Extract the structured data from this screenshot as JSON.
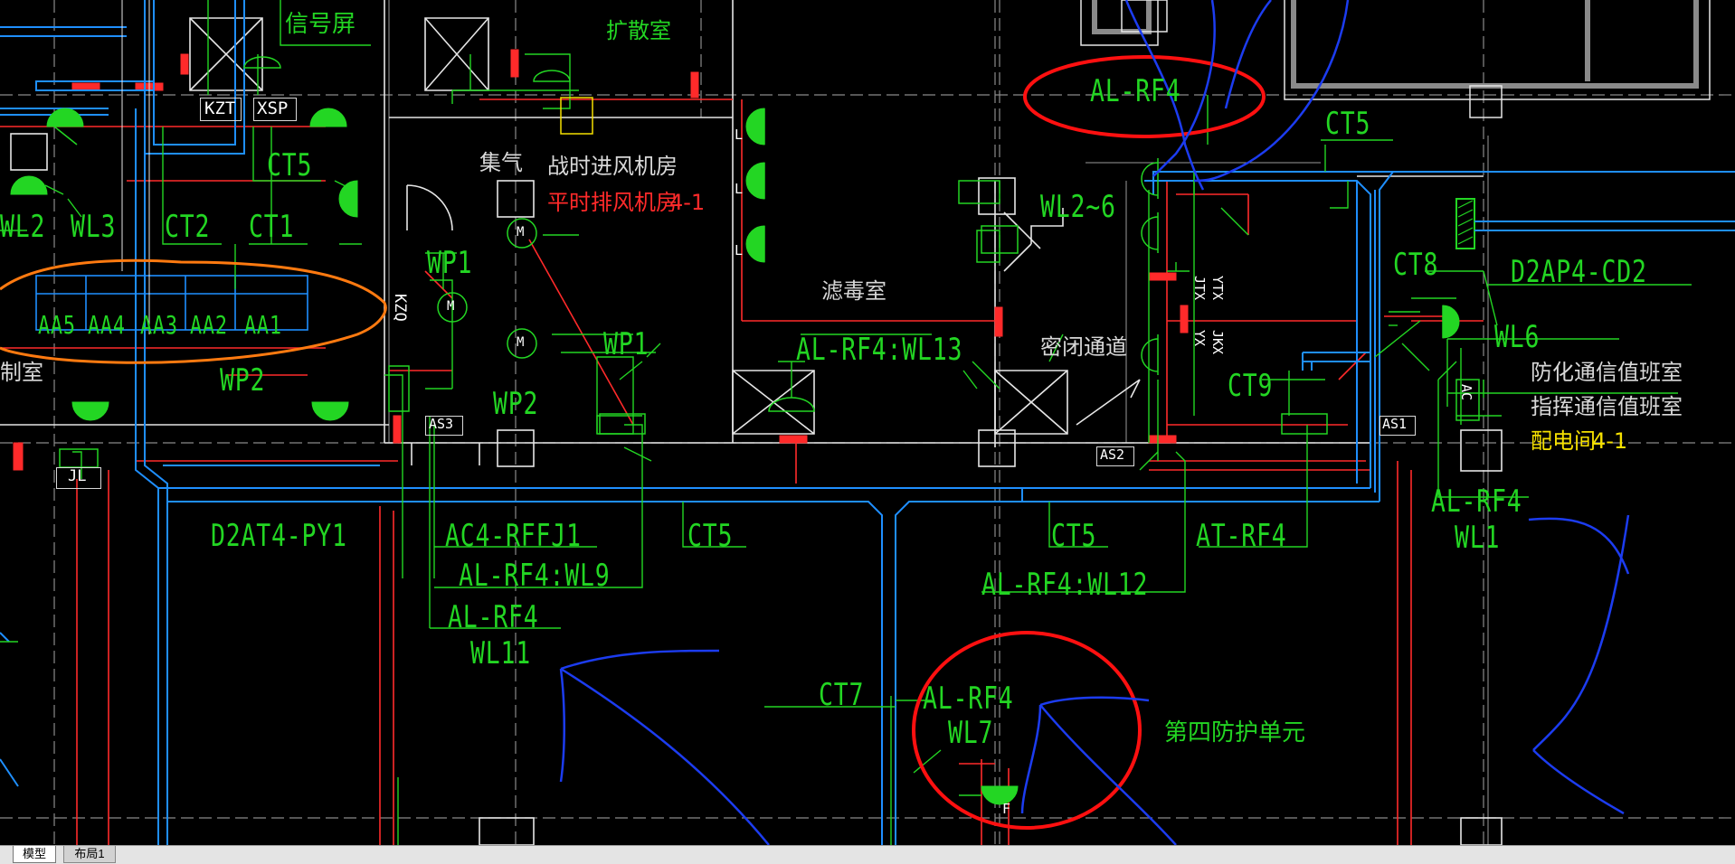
{
  "drawing": {
    "labels": {
      "signal_screen": "信号屏",
      "diffuser_room": "扩散室",
      "gas_collect": "集气",
      "war_intake_room": "战时进风机房",
      "peace_exhaust_room": "平时排风机房",
      "room_no_red": "4-1",
      "filter_room": "滤毒室",
      "airtight_passage": "密闭通道",
      "control_room_partial": "制室",
      "defense_comm_duty": "防化通信值班室",
      "command_comm_duty": "指挥通信值班室",
      "distribution_room": "配电间",
      "distribution_room_no": "4-1",
      "fourth_protection_unit": "第四防护单元",
      "al_rf4_top": "AL-RF4",
      "ct5_a": "CT5",
      "ct5_b": "CT5",
      "ct5_c": "CT5",
      "ct5_d": "CT5",
      "wl2": "WL2",
      "wl3": "WL3",
      "ct2": "CT2",
      "ct1": "CT1",
      "wp1_a": "WP1",
      "wp1_b": "WP1",
      "wp2_a": "WP2",
      "wp2_b": "WP2",
      "wl2_6": "WL2~6",
      "ct8": "CT8",
      "d2ap4": "D2AP4-CD2",
      "wl6": "WL6",
      "ct9": "CT9",
      "al_rf4_wl13": "AL-RF4:WL13",
      "d2at4": "D2AT4-PY1",
      "ac4": "AC4-RFFJ1",
      "al_rf4_wl9": "AL-RF4:WL9",
      "al_rf4_wl11_a": "AL-RF4",
      "al_rf4_wl11_b": "WL11",
      "at_rf4": "AT-RF4",
      "al_rf4_wl12": "AL-RF4:WL12",
      "al_rf4_wl1_a": "AL-RF4",
      "al_rf4_wl1_b": "WL1",
      "ct7": "CT7",
      "al_rf4_wl7_a": "AL-RF4",
      "al_rf4_wl7_b": "WL7",
      "panel_aa": [
        "AA5",
        "AA4",
        "AA3",
        "AA2",
        "AA1"
      ]
    },
    "tags": {
      "kzt": "KZT",
      "xsp": "XSP",
      "kzq": "KZQ",
      "as3": "AS3",
      "as2": "AS2",
      "as1": "AS1",
      "jl": "JL",
      "ac": "AC",
      "ytx": "YTX",
      "jtx": "JTX",
      "jkx": "JKX",
      "yx": "YX",
      "m": "M",
      "l": "L",
      "f": "F"
    },
    "colors": {
      "background": "#000000",
      "cable_tray_blue": "#1f8fff",
      "wire_green": "#23d623",
      "wall_red": "#ff2a2a",
      "annotation_blue": "#1c3cf0",
      "highlight_red": "#ff1010",
      "highlight_orange": "#ff7a10",
      "wall_white": "#e6e6e6"
    }
  },
  "layout_tabs": [
    {
      "label": "模型",
      "active": true
    },
    {
      "label": "布局1",
      "active": false
    }
  ]
}
